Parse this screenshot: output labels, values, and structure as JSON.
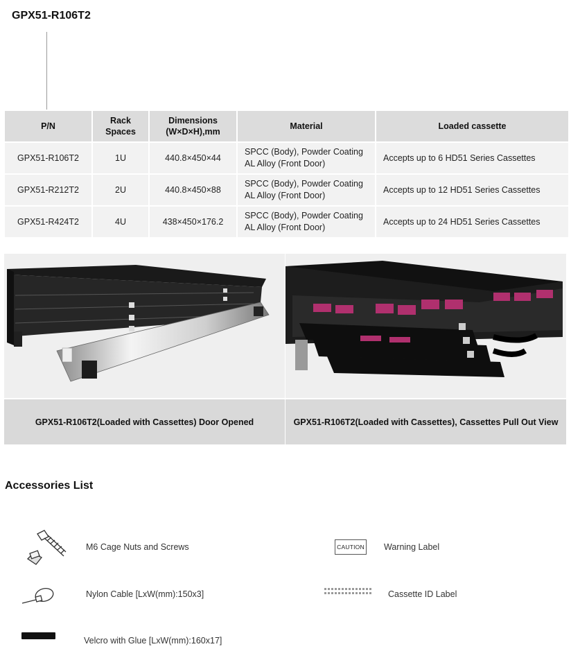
{
  "page": {
    "title": "GPX51-R106T2"
  },
  "spec_table": {
    "headers": {
      "pn": "P/N",
      "rack_line1": "Rack",
      "rack_line2": "Spaces",
      "dim_line1": "Dimensions",
      "dim_line2": "(W×D×H),mm",
      "material": "Material",
      "cassette": "Loaded cassette"
    },
    "rows": [
      {
        "pn": "GPX51-R106T2",
        "rack": "1U",
        "dimensions": "440.8×450×44",
        "material_line1": "SPCC (Body), Powder Coating",
        "material_line2": "AL Alloy (Front Door)",
        "cassette": "Accepts up to 6  HD51 Series Cassettes"
      },
      {
        "pn": "GPX51-R212T2",
        "rack": "2U",
        "dimensions": "440.8×450×88",
        "material_line1": "SPCC (Body), Powder Coating",
        "material_line2": "AL Alloy (Front Door)",
        "cassette": "Accepts up to 12 HD51 Series Cassettes"
      },
      {
        "pn": "GPX51-R424T2",
        "rack": "4U",
        "dimensions": "438×450×176.2",
        "material_line1": "SPCC (Body), Powder Coating",
        "material_line2": "AL Alloy (Front Door)",
        "cassette": "Accepts up to 24 HD51 Series Cassettes"
      }
    ]
  },
  "photos": {
    "left_caption": "GPX51-R106T2(Loaded with Cassettes) Door Opened",
    "right_caption": "GPX51-R106T2(Loaded with Cassettes), Cassettes Pull Out View"
  },
  "accessories": {
    "title": "Accessories List",
    "cage_nuts": "M6 Cage Nuts and Screws",
    "warning_label": "Warning Label",
    "caution_text": "CAUTION",
    "nylon_cable": "Nylon Cable [LxW(mm):150x3]",
    "cassette_id": "Cassette ID Label",
    "velcro": "Velcro with Glue [LxW(mm):160x17]"
  },
  "colors": {
    "header_bg": "#dcdcdc",
    "row_bg": "#f2f2f2",
    "caption_bg": "#d9d9d9",
    "adapter_magenta": "#b0306e"
  }
}
